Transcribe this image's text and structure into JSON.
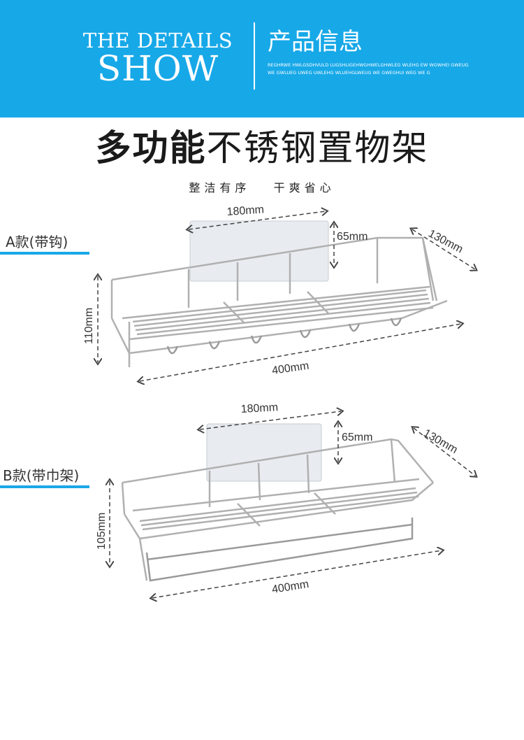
{
  "banner": {
    "en_line1": "THE DETAILS",
    "en_line2": "SHOW",
    "cn_title": "产品信息",
    "small_text": "REGHRWE HWLGSDHVULD LUGSHLIGEHWGHWELGHWLEG WLEHG EW WGWHEI GWEUG WE GWLUEG UWEG UWLEHG WLUEHGLWEUG WE GWEGHUI WEG WE G"
  },
  "product": {
    "title_bold": "多功能",
    "title_rest": "不锈钢置物架",
    "subtitle": "整洁有序   干爽省心"
  },
  "variant_a": {
    "label": "A款(带钩)",
    "dim_top": "180mm",
    "dim_plate": "65mm",
    "dim_depth": "130mm",
    "dim_height": "110mm",
    "dim_length": "400mm"
  },
  "variant_b": {
    "label": "B款(带巾架)",
    "dim_top": "180mm",
    "dim_plate": "65mm",
    "dim_depth": "130mm",
    "dim_height": "105mm",
    "dim_length": "400mm"
  },
  "colors": {
    "banner": "#17a8e8",
    "accent_line": "#1aa8e8",
    "steel": "#a9a9a9"
  }
}
